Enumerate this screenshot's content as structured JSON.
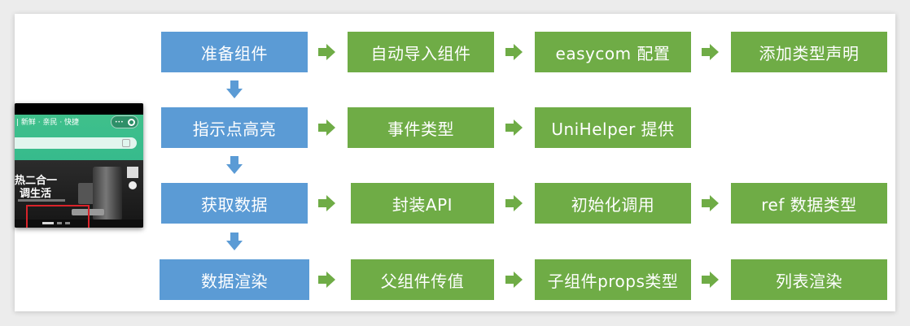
{
  "colors": {
    "blue": "#5b9bd5",
    "green": "#6fac46",
    "arrow": "#6fac46",
    "arrow_down": "#5b9bd5",
    "highlight": "#d9232a"
  },
  "rows": [
    {
      "step": "准备组件",
      "items": [
        "自动导入组件",
        "easycom 配置",
        "添加类型声明"
      ]
    },
    {
      "step": "指示点高亮",
      "items": [
        "事件类型",
        "UniHelper 提供"
      ]
    },
    {
      "step": "获取数据",
      "items": [
        "封装API",
        "初始化调用",
        "ref 数据类型"
      ]
    },
    {
      "step": "数据渲染",
      "items": [
        "父组件传值",
        "子组件props类型",
        "列表渲染"
      ]
    }
  ],
  "thumbnail": {
    "nav_text": "| 新鲜 · 亲民 · 快捷",
    "banner_line1": "热二合一",
    "banner_line2": "调生活"
  }
}
